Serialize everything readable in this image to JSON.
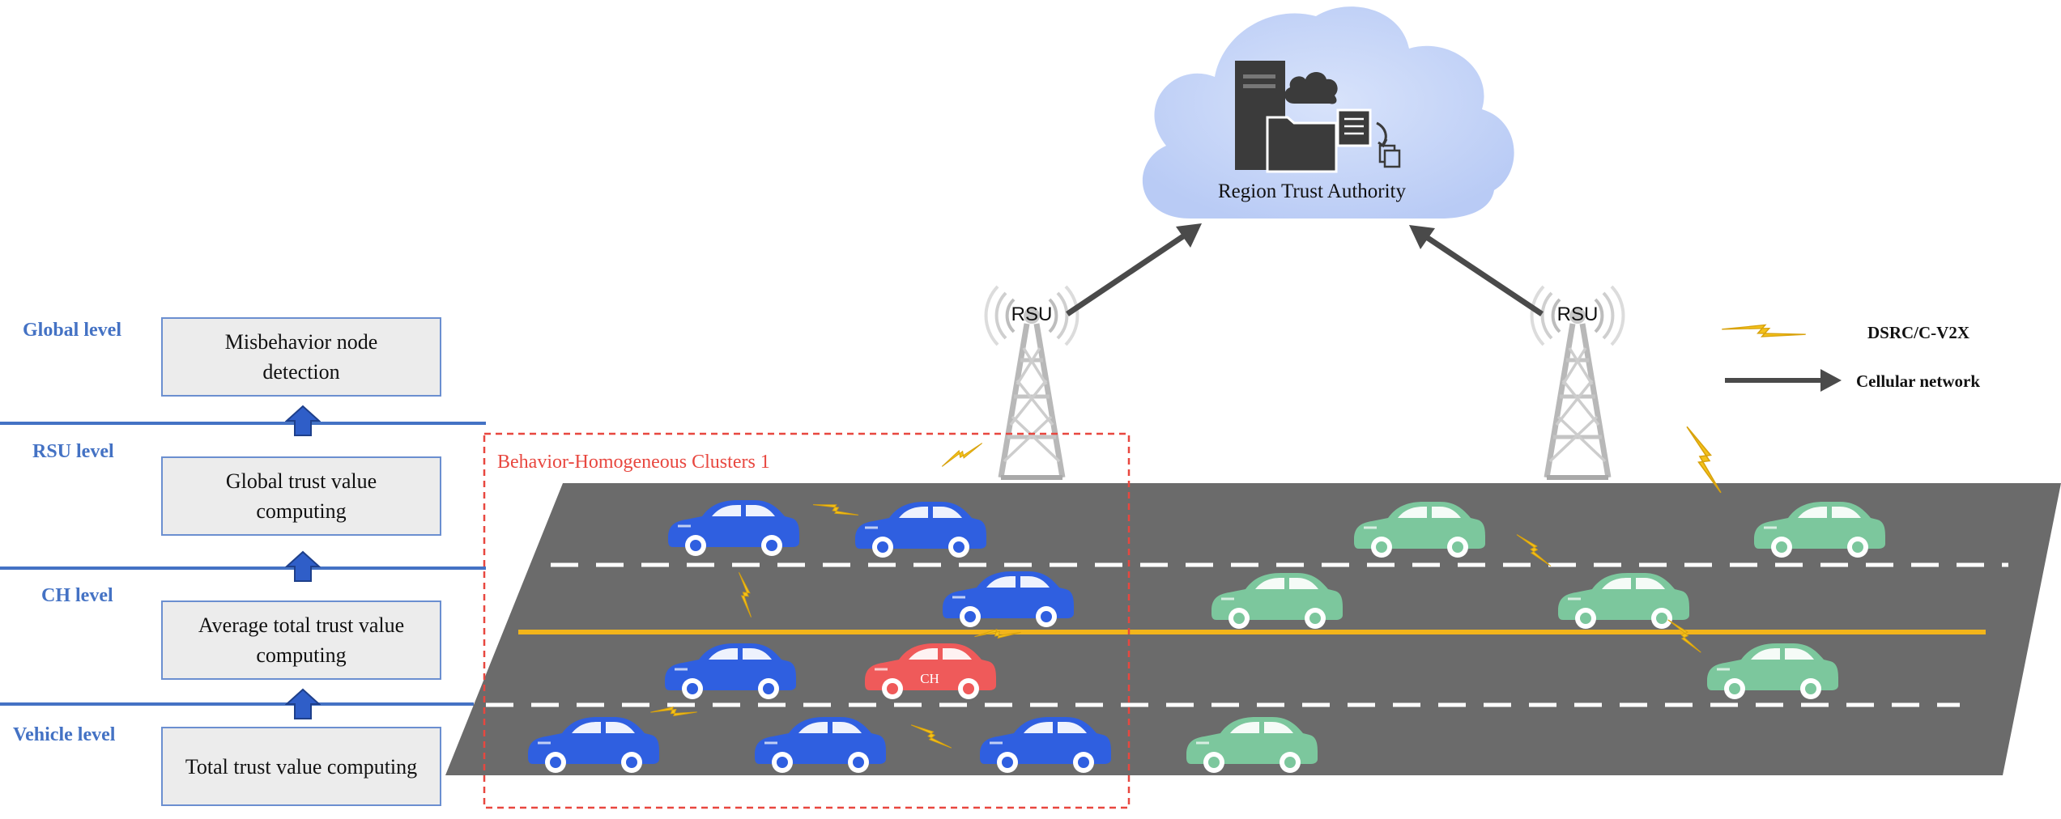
{
  "levels": [
    {
      "label": "Global level",
      "box_text": "Misbehavior node detection"
    },
    {
      "label": "RSU level",
      "box_text": "Global trust value computing"
    },
    {
      "label": "CH level",
      "box_text": "Average total trust value computing"
    },
    {
      "label": "Vehicle level",
      "box_text": "Total trust value computing"
    }
  ],
  "cloud": {
    "label": "Region Trust Authority"
  },
  "rsus": [
    {
      "label": "RSU"
    },
    {
      "label": "RSU"
    }
  ],
  "cluster": {
    "label": "Behavior-Homogeneous Clusters 1",
    "color": "#e8473f"
  },
  "cluster_head": {
    "label": "CH"
  },
  "legend": [
    {
      "icon": "lightning-icon",
      "label": "DSRC/C-V2X"
    },
    {
      "icon": "arrow-icon",
      "label": "Cellular network"
    }
  ],
  "colors": {
    "level_blue": "#4472c4",
    "road": "#6b6b6b",
    "center_line": "#f2b51b",
    "cluster_car": "#2f5fe0",
    "cluster_head_car": "#ef5a5a",
    "other_car": "#7cc79d",
    "cloud": "#c5d5f8",
    "lightning": "#f4c21a"
  }
}
